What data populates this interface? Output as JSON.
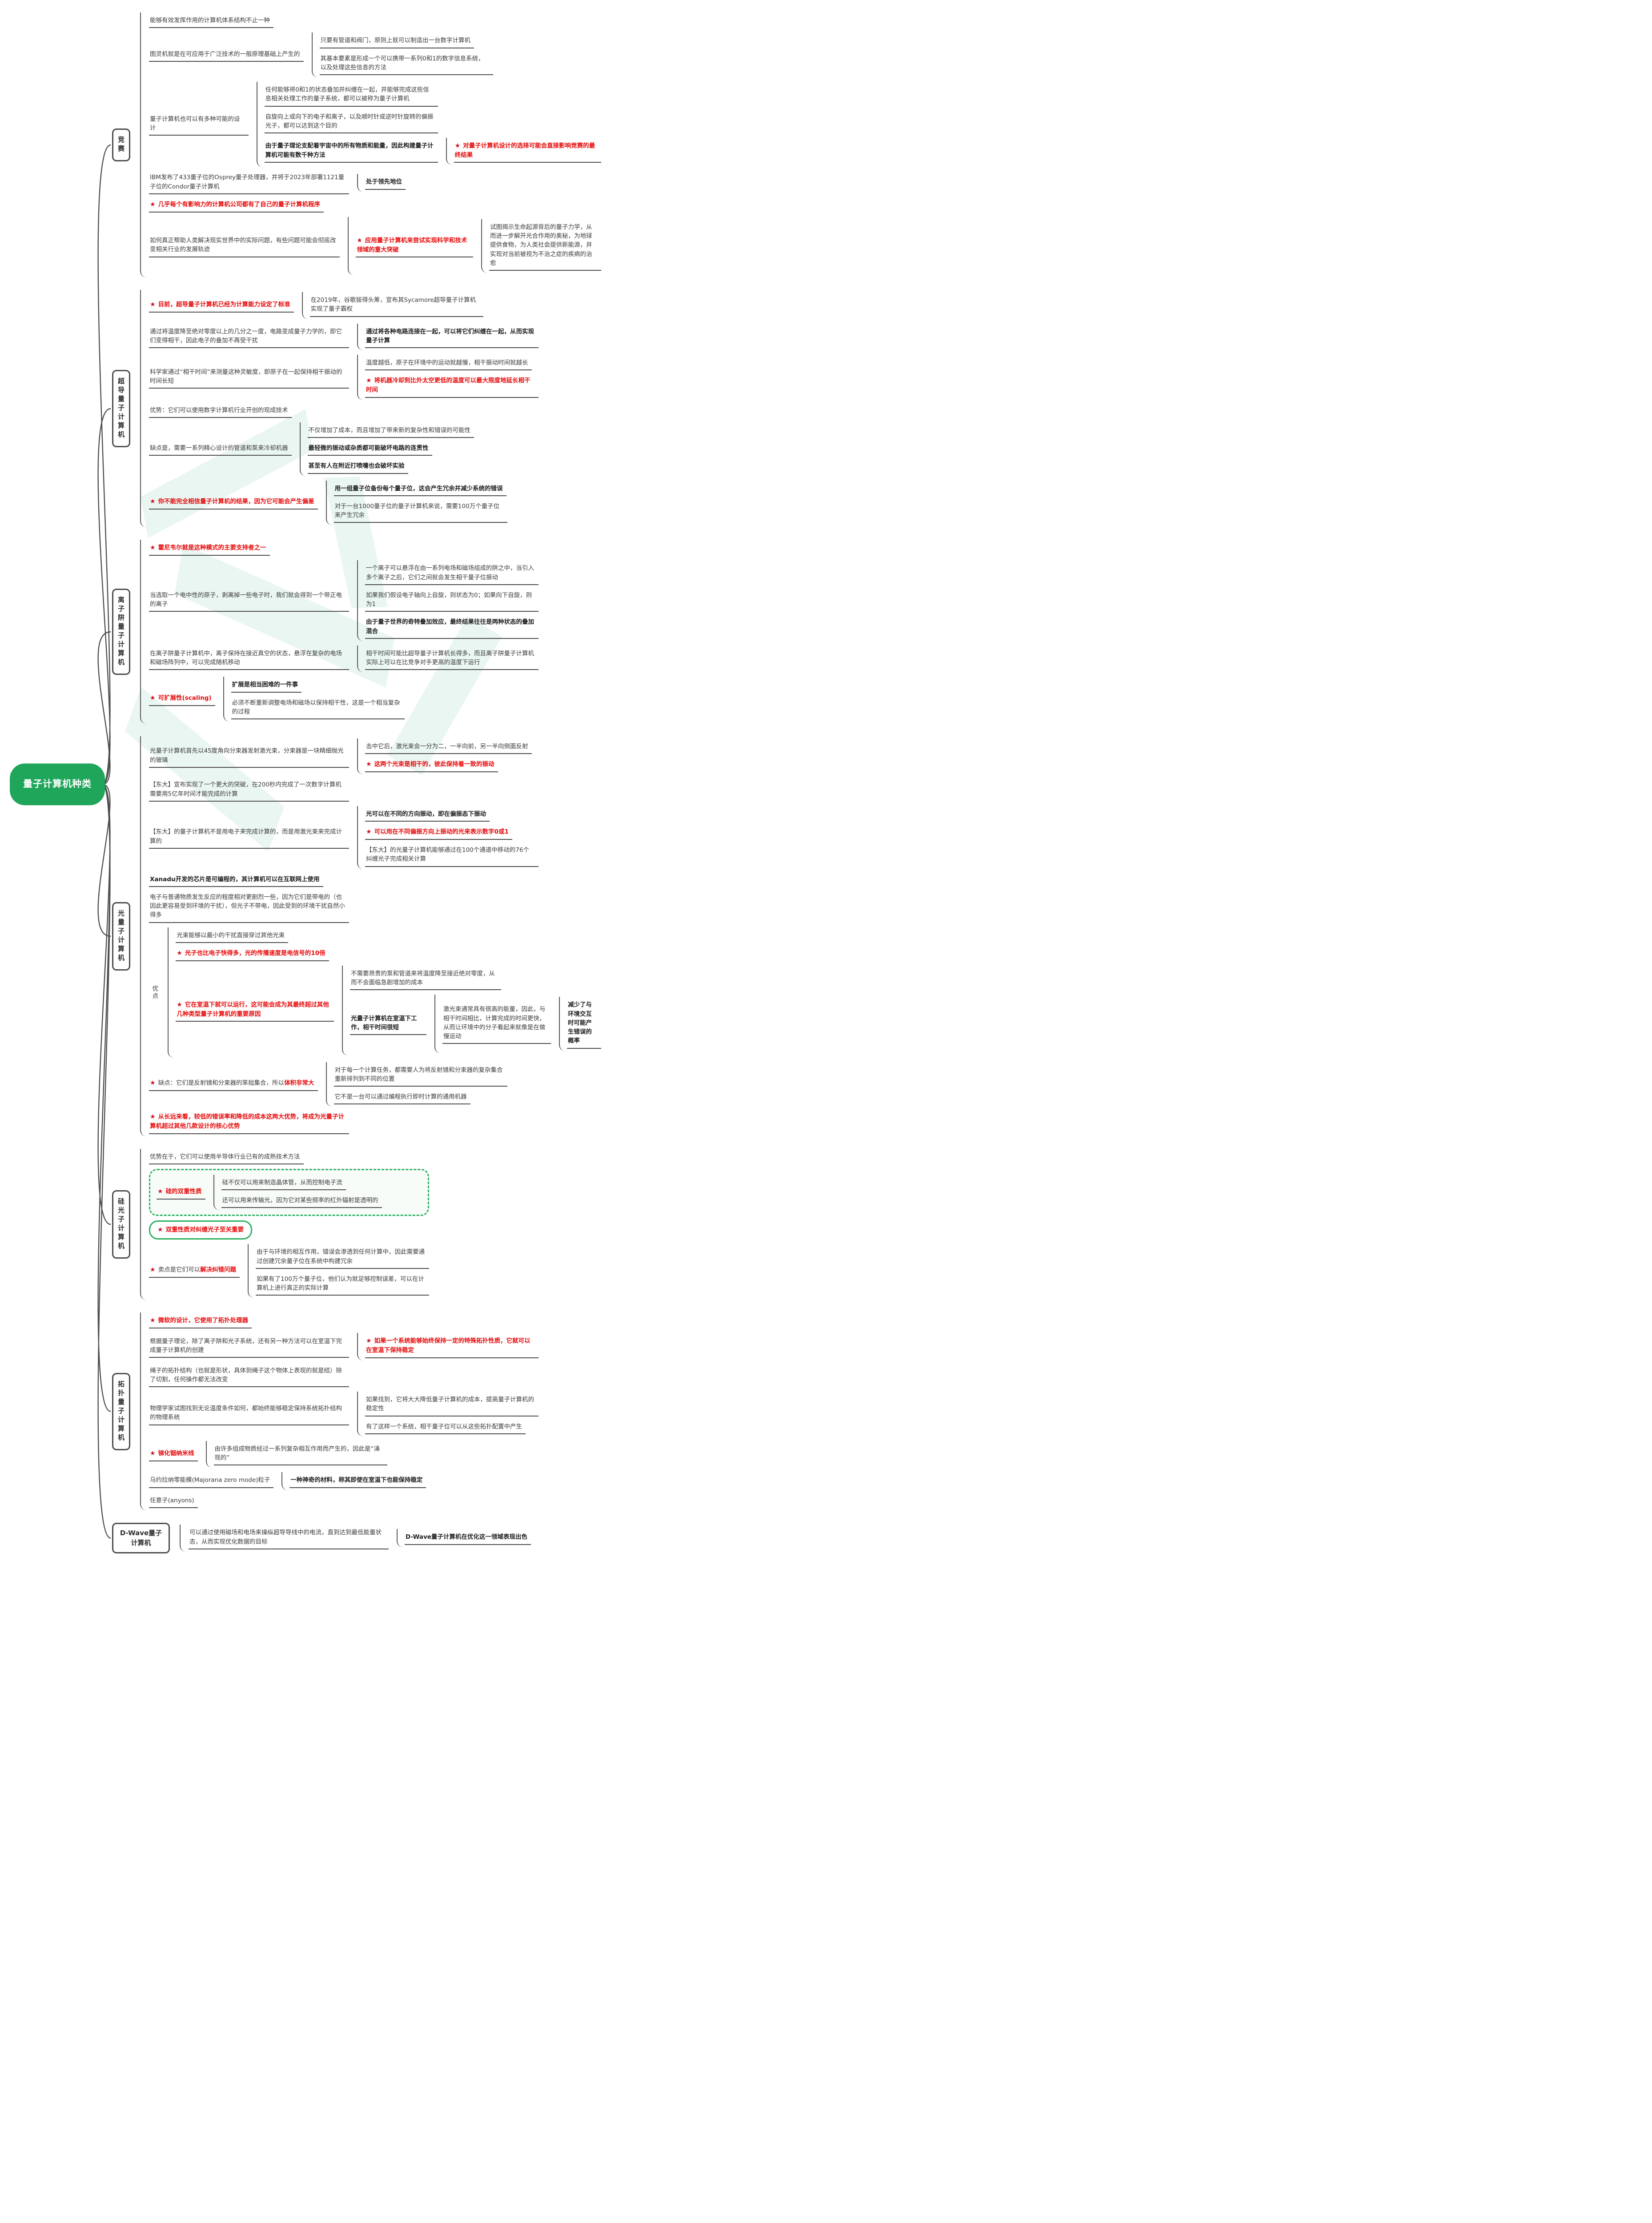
{
  "root": {
    "label": "量子计算机种类"
  },
  "icons": {
    "star": "★"
  },
  "colors": {
    "root_green": "#1fa65b",
    "frame_green": "#2bb05e",
    "accent_red": "#e60a0a",
    "node_border": "#4c4c4c",
    "watermark": "#eaf6f2"
  },
  "branches": [
    {
      "label": "竞赛",
      "c": [
        {
          "t": "能够有效发挥作用的计算机体系结构不止一种"
        },
        {
          "t": "图灵机就是在可应用于广泛技术的一般原理基础上产生的",
          "c": [
            {
              "t": "只要有管道和阀门，原则上就可以制造出一台数字计算机"
            },
            {
              "t": "其基本要素是形成一个可以携带一系列0和1的数字信息系统，以及处理这些信息的方法"
            }
          ]
        },
        {
          "t": "量子计算机也可以有多种可能的设计",
          "c": [
            {
              "t": "任何能够将0和1的状态叠加并纠缠在一起，并能够完成这些信息相关处理工作的量子系统，都可以被称为量子计算机"
            },
            {
              "t": "自旋向上或向下的电子和离子，以及顺时针或逆时针旋转的偏振光子，都可以达到这个目的"
            },
            {
              "t": "由于量子理论支配着宇宙中的所有物质和能量，因此构建量子计算机可能有数千种方法",
              "s": "b",
              "c": [
                {
                  "t": "对量子计算机设计的选择可能会直接影响竞赛的最终结果",
                  "s": "r",
                  "star": true
                }
              ]
            }
          ]
        },
        {
          "t": "IBM发布了433量子位的Osprey量子处理器，并将于2023年部署1121量子位的Condor量子计算机",
          "c": [
            {
              "t": "处于领先地位",
              "s": "b"
            }
          ]
        },
        {
          "t": "几乎每个有影响力的计算机公司都有了自己的量子计算机程序",
          "s": "r",
          "star": true
        },
        {
          "t": "如何真正帮助人类解决现实世界中的实际问题，有些问题可能会彻底改变相关行业的发展轨迹",
          "c": [
            {
              "t": "应用量子计算机来尝试实现科学和技术领域的重大突破",
              "s": "r",
              "star": true,
              "c": [
                {
                  "t": "试图揭示生命起源背后的量子力学，从而进一步解开光合作用的奥秘，为地球提供食物，为人类社会提供新能源，并实现对当前被视为不治之症的疾病的治愈"
                }
              ]
            }
          ]
        }
      ]
    },
    {
      "label": "超导量子计算机",
      "c": [
        {
          "t": "目前，超导量子计算机已经为计算能力设定了标准",
          "s": "r",
          "star": true,
          "c": [
            {
              "t": "在2019年，谷歌拔得头筹，宣布其Sycamore超导量子计算机实现了量子霸权"
            }
          ]
        },
        {
          "t": "通过将温度降至绝对零度以上的几分之一度，电路变成量子力学的，即它们变得相干，因此电子的叠加不再受干扰",
          "c": [
            {
              "t": "通过将各种电路连接在一起，可以将它们纠缠在一起，从而实现量子计算",
              "s": "b"
            }
          ]
        },
        {
          "t": "科学家通过“相干时间”来测量这种灵敏度，即原子在一起保持相干振动的时间长短",
          "c": [
            {
              "t": "温度越低，原子在环境中的运动就越慢，相干振动时间就越长"
            },
            {
              "t": "将机器冷却到比外太空更低的温度可以最大限度地延长相干时间",
              "s": "r",
              "star": true
            }
          ]
        },
        {
          "t": "优势：它们可以使用数字计算机行业开创的现成技术"
        },
        {
          "t": "缺点是，需要一系列精心设计的管道和泵来冷却机器",
          "c": [
            {
              "t": "不仅增加了成本，而且增加了带来新的复杂性和错误的可能性"
            },
            {
              "t": "最轻微的振动或杂质都可能破坏电路的连贯性",
              "s": "b"
            },
            {
              "t": "甚至有人在附近打喷嚏也会破坏实验",
              "s": "b"
            }
          ]
        },
        {
          "t": "你不能完全相信量子计算机的结果，因为它可能会产生偏差",
          "s": "r",
          "star": true,
          "c": [
            {
              "t": "用一组量子位备份每个量子位，这会产生冗余并减少系统的错误",
              "s": "b"
            },
            {
              "t": "对于一台1000量子位的量子计算机来说，需要100万个量子位来产生冗余"
            }
          ]
        }
      ]
    },
    {
      "label": "离子阱量子计算机",
      "c": [
        {
          "t": "霍尼韦尔就是这种模式的主要支持者之一",
          "s": "r",
          "star": true
        },
        {
          "t": "当选取一个电中性的原子，剥离掉一些电子时，我们就会得到一个带正电的离子",
          "c": [
            {
              "t": "一个离子可以悬浮在由一系列电场和磁场组成的阱之中，当引入多个离子之后，它们之间就会发生相干量子位振动"
            },
            {
              "t": "如果我们假设电子轴向上自旋，则状态为0；如果向下自旋，则为1"
            },
            {
              "t": "由于量子世界的奇特叠加效应，最终结果往往是两种状态的叠加混合",
              "s": "b"
            }
          ]
        },
        {
          "t": "在离子阱量子计算机中，离子保持在接近真空的状态，悬浮在复杂的电场和磁场阵列中，可以完成随机移动",
          "c": [
            {
              "t": "相干时间可能比超导量子计算机长得多，而且离子阱量子计算机实际上可以在比竞争对手更高的温度下运行"
            }
          ]
        },
        {
          "t": "可扩展性(scaling)",
          "s": "r",
          "star": true,
          "c": [
            {
              "t": "扩展是相当困难的一件事",
              "s": "b"
            },
            {
              "t": "必须不断重新调整电场和磁场以保持相干性，这是一个相当复杂的过程"
            }
          ]
        }
      ]
    },
    {
      "label": "光量子计算机",
      "c": [
        {
          "t": "光量子计算机首先以45度角向分束器发射激光束，分束器是一块精细抛光的玻璃",
          "c": [
            {
              "t": "击中它后，激光束会一分为二，一半向前，另一半向侧面反射"
            },
            {
              "t": "这两个光束是相干的，彼此保持着一致的振动",
              "s": "r",
              "star": true
            }
          ]
        },
        {
          "t": "【东大】宣布实现了一个更大的突破，在200秒内完成了一次数字计算机需要用5亿年时间才能完成的计算"
        },
        {
          "t": "【东大】的量子计算机不是用电子来完成计算的，而是用激光束来完成计算的",
          "c": [
            {
              "t": "光可以在不同的方向振动，即在偏振态下振动",
              "s": "b"
            },
            {
              "t": "可以用在不同偏振方向上振动的光来表示数字0或1",
              "s": "r",
              "star": true
            },
            {
              "t": "【东大】的光量子计算机能够通过在100个通道中移动的76个纠缠光子完成相关计算"
            }
          ]
        },
        {
          "t": "Xanadu开发的芯片是可编程的，其计算机可以在互联网上使用",
          "s": "b"
        },
        {
          "t": "电子与普通物质发生反应的程度相对更剧烈一些，因为它们是带电的（也因此更容易受到环境的干扰），但光子不带电，因此受到的环境干扰自然小得多"
        },
        {
          "t": "优点",
          "s": "m",
          "c": [
            {
              "t": "光束能够以最小的干扰直接穿过其他光束"
            },
            {
              "t": "光子也比电子快得多，光的传播速度是电信号的10倍",
              "s": "r",
              "star": true
            },
            {
              "t": "它在室温下就可以运行，这可能会成为其最终超过其他几种类型量子计算机的重要原因",
              "s": "r",
              "star": true,
              "c": [
                {
                  "t": "不需要昂贵的泵和管道来将温度降至接近绝对零度，从而不会面临急剧增加的成本"
                },
                {
                  "t": "光量子计算机在室温下工作，相干时间很短",
                  "s": "b",
                  "c": [
                    {
                      "t": "激光束通常具有很高的能量，因此，与相干时间相比，计算完成的时间更快，从而让环境中的分子看起来就像是在做慢运动",
                      "c": [
                        {
                          "t": "减少了与环境交互时可能产生错误的概率",
                          "s": "b"
                        }
                      ]
                    }
                  ]
                }
              ]
            }
          ]
        },
        {
          "star": true,
          "parts": [
            {
              "t": "缺点：它们是反射镜和分束器的笨拙集合，所以"
            },
            {
              "t": "体积非常大",
              "red": true
            }
          ],
          "c": [
            {
              "t": "对于每一个计算任务，都需要人为将反射镜和分束器的复杂集合重新排列到不同的位置"
            },
            {
              "t": "它不是一台可以通过编程执行即时计算的通用机器"
            }
          ]
        },
        {
          "t": "从长远来看，较低的错误率和降低的成本这两大优势，将成为光量子计算机超过其他几款设计的核心优势",
          "s": "r",
          "star": true
        }
      ]
    },
    {
      "label": "硅光子计算机",
      "c": [
        {
          "t": "优势在于，它们可以使用半导体行业已有的成熟技术方法"
        },
        {
          "t": "硅的双重性质",
          "s": "r",
          "star": true,
          "frame": "dash",
          "c": [
            {
              "t": "硅不仅可以用来制造晶体管，从而控制电子流"
            },
            {
              "t": "还可以用来传输光，因为它对某些频率的红外辐射是透明的"
            }
          ]
        },
        {
          "t": "双重性质对纠缠光子至关重要",
          "s": "r",
          "star": true,
          "frame": "solid"
        },
        {
          "star": true,
          "parts": [
            {
              "t": "卖点是它们可以"
            },
            {
              "t": "解决纠错问题",
              "red": true
            }
          ],
          "c": [
            {
              "t": "由于与环境的相互作用，错误会渗透到任何计算中，因此需要通过创建冗余量子位在系统中构建冗余"
            },
            {
              "t": "如果有了100万个量子位，他们认为就足够控制误差，可以在计算机上进行真正的实际计算"
            }
          ]
        }
      ]
    },
    {
      "label": "拓扑量子计算机",
      "c": [
        {
          "t": "微软的设计，它使用了拓扑处理器",
          "s": "r",
          "star": true
        },
        {
          "t": "根据量子理论，除了离子阱和光子系统，还有另一种方法可以在室温下完成量子计算机的创建",
          "c": [
            {
              "t": "如果一个系统能够始终保持一定的特殊拓扑性质，它就可以在室温下保持稳定",
              "s": "r",
              "star": true
            }
          ]
        },
        {
          "t": "绳子的拓扑结构（也就是形状，具体到绳子这个物体上表现的就是结）除了切割，任何操作都无法改变"
        },
        {
          "t": "物理学家试图找到无论温度条件如何，都始终能够稳定保持系统拓扑结构的物理系统",
          "c": [
            {
              "t": "如果找到，它将大大降低量子计算机的成本，提高量子计算机的稳定性"
            },
            {
              "t": "有了这样一个系统，相干量子位可以从这些拓扑配置中产生"
            }
          ]
        },
        {
          "t": "锑化铟纳米线",
          "s": "r",
          "star": true,
          "c": [
            {
              "t": "由许多组成物质经过一系列复杂相互作用而产生的，因此是“涌现的”"
            }
          ]
        },
        {
          "t": "马约拉纳零能模(Majorana zero mode)粒子",
          "c": [
            {
              "t": "一种神奇的材料，称其即使在室温下也能保持稳定",
              "s": "b"
            }
          ]
        },
        {
          "t": "任意子(anyons)"
        }
      ]
    },
    {
      "label": "D-Wave量子计算机",
      "horizontal": true,
      "c": [
        {
          "t": "可以通过使用磁场和电场来操纵超导导线中的电流，直到达到最低能量状态，从而实现优化数据的目标",
          "c": [
            {
              "t": "D-Wave量子计算机在优化这一领域表现出色",
              "s": "b"
            }
          ]
        }
      ]
    }
  ]
}
